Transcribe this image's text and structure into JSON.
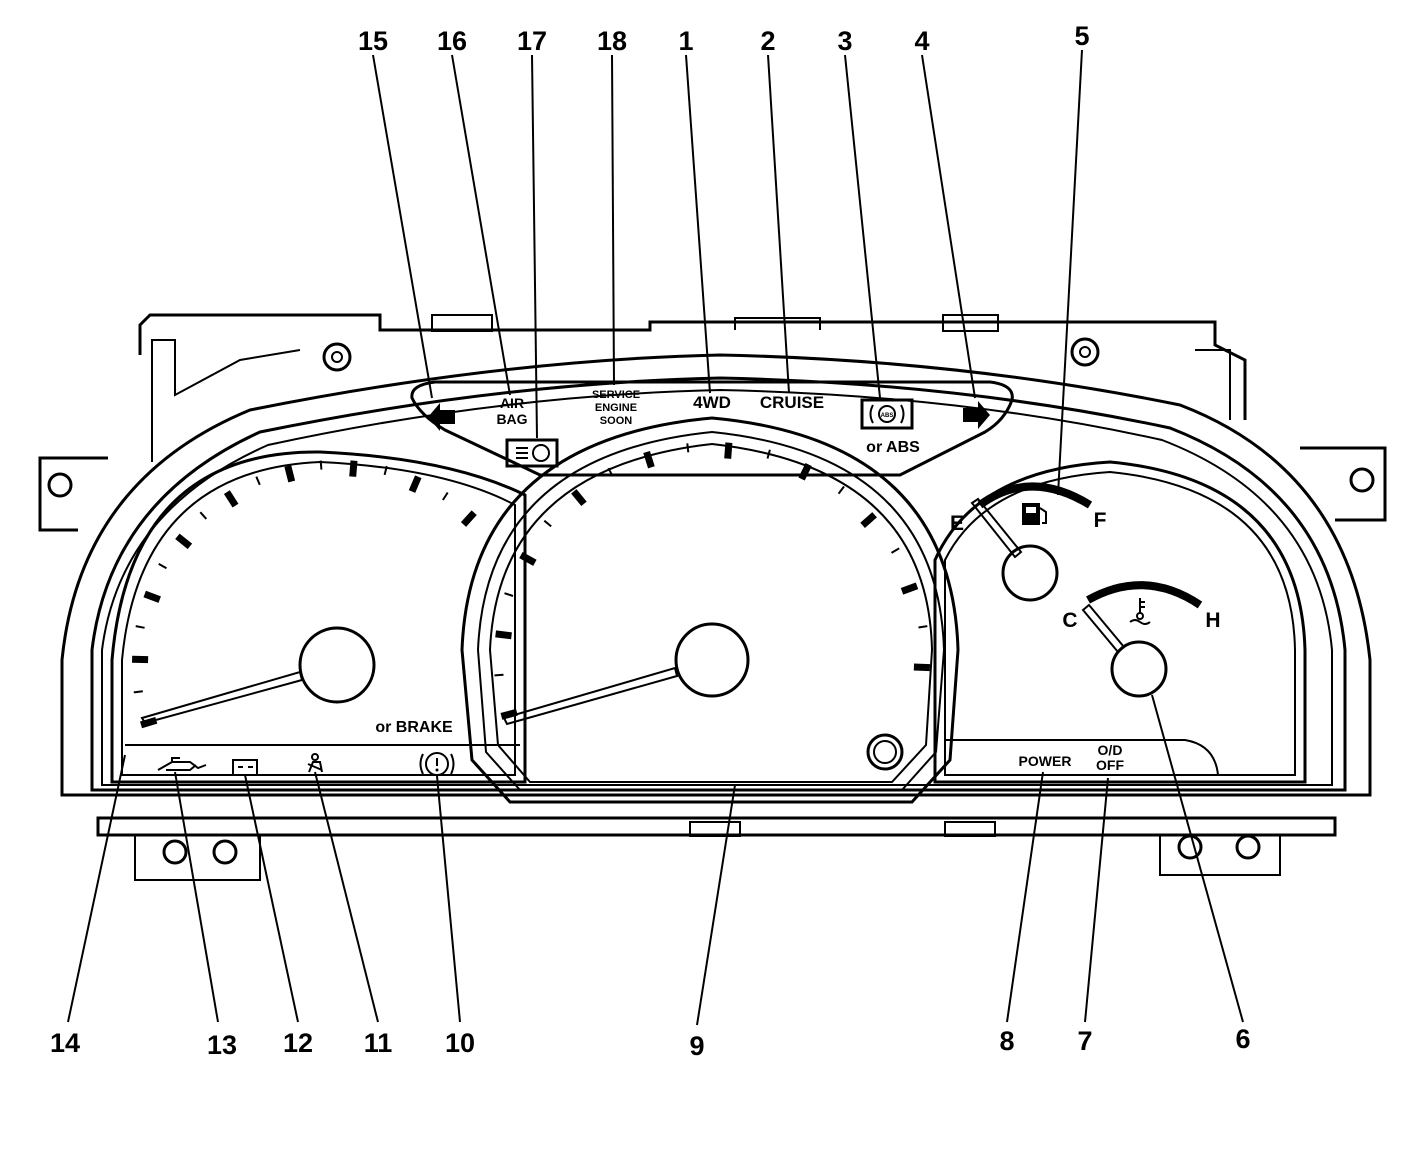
{
  "callouts": {
    "c1": "1",
    "c2": "2",
    "c3": "3",
    "c4": "4",
    "c5": "5",
    "c6": "6",
    "c7": "7",
    "c8": "8",
    "c9": "9",
    "c10": "10",
    "c11": "11",
    "c12": "12",
    "c13": "13",
    "c14": "14",
    "c15": "15",
    "c16": "16",
    "c17": "17",
    "c18": "18"
  },
  "indicators": {
    "airbag_line1": "AIR",
    "airbag_line2": "BAG",
    "service_line1": "SERVICE",
    "service_line2": "ENGINE",
    "service_line3": "SOON",
    "fourwd": "4WD",
    "cruise": "CRUISE",
    "abs_icon_text": "ABS",
    "or_abs": "or ABS",
    "or_brake": "or BRAKE",
    "power": "POWER",
    "od_line1": "O/D",
    "od_line2": "OFF"
  },
  "fuel_gauge": {
    "empty": "E",
    "full": "F"
  },
  "temp_gauge": {
    "cold": "C",
    "hot": "H"
  }
}
